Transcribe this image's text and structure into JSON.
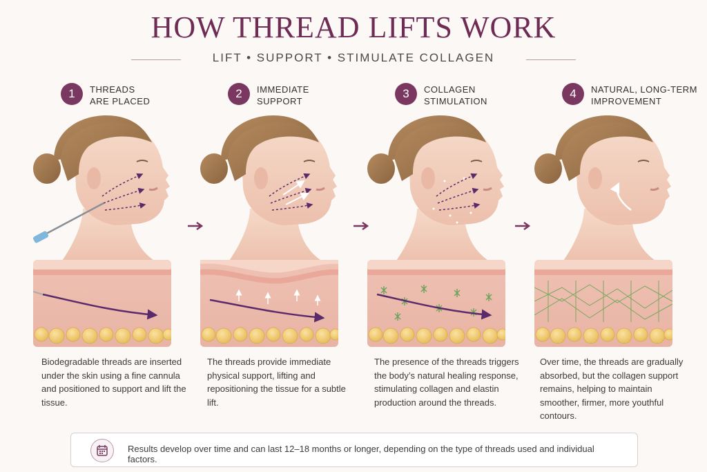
{
  "header": {
    "title": "HOW THREAD LIFTS WORK",
    "subtitle": "LIFT • SUPPORT • STIMULATE COLLAGEN"
  },
  "steps": [
    {
      "number": "1",
      "title": "THREADS\nARE PLACED",
      "description": "Biodegradable threads are inserted under the skin using a fine cannula and positioned to support and lift the tissue."
    },
    {
      "number": "2",
      "title": "IMMEDIATE\nSUPPORT",
      "description": "The threads provide immediate physical support, lifting and repositioning the tissue for a subtle lift."
    },
    {
      "number": "3",
      "title": "COLLAGEN\nSTIMULATION",
      "description": "The presence of the threads triggers the body’s natural healing response, stimulating collagen and elastin production around the threads."
    },
    {
      "number": "4",
      "title": "NATURAL, LONG-TERM\nIMPROVEMENT",
      "description": "Over time, the threads are gradually absorbed, but the collagen support remains, helping to maintain smoother, firmer, more youthful contours."
    }
  ],
  "footer": {
    "text": "Results develop over time and can last 12–18 months or longer, depending on the type of threads used and individual factors.",
    "icon": "calendar-icon"
  },
  "colors": {
    "accent": "#7a3860",
    "title": "#6e2c55",
    "thread": "#5a2a6a",
    "collagen": "#6aa25a",
    "skin": "#f3d2c4",
    "fat": "#f0cf7a"
  }
}
